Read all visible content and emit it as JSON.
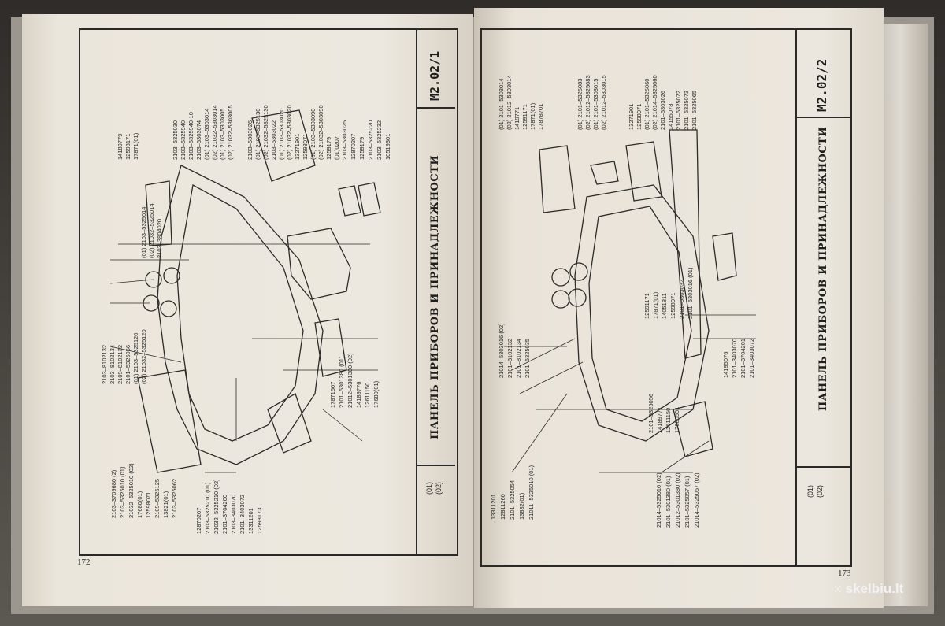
{
  "left_page": {
    "code": "M2.02/1",
    "title": "ПАНЕЛЬ ПРИБОРОВ И ПРИНАДЛЕЖНОСТИ",
    "page_number": "172",
    "legend": [
      "(01)",
      "(02)"
    ],
    "labels": [
      "14189779",
      "12598171",
      "17871(01)",
      "(01) 2103–5325014",
      "(02) 21032–5325014",
      "2103–3804020",
      "2103–8102132",
      "2103–8102134",
      "2109–8102132",
      "2101–5325056",
      "(01) 2103–5325120",
      "(02) 21032–5325120",
      "2103–3709680 (2)",
      "2103–5325010 (01)",
      "21032–5325010 (02)",
      "17680(01)",
      "12598071",
      "2109–5325125",
      "13821(01)",
      "2103–5325062",
      "2103–5325030",
      "2103–5325940",
      "2103–5325940-10",
      "2103–5303074",
      "(01) 2103–5303014",
      "(02) 21032–5303014",
      "(01) 2103–5303005",
      "(02) 21032–5303005",
      "2103–5303026",
      "(01) 2103–5325130",
      "(02) 21032–5325130",
      "2103–5303022",
      "(01) 2103–5303020",
      "(02) 21032–5303020",
      "13271901",
      "12598071",
      "(01) 2103–5303090",
      "(02) 21032–5303090",
      "1259179",
      "(01)0207",
      "2103–5303025",
      "12870207",
      "1259179",
      "2103–5325220",
      "2103–5325232",
      "10519301",
      "12870207",
      "2103–5325210 (01)",
      "21032–5325210 (02)",
      "2101–3704200",
      "2103–3403070",
      "2101–3403072",
      "13311201",
      "12598173",
      "17871607",
      "2101–5301380 (01)",
      "21012–5301380 (02)",
      "14189776",
      "12611150",
      "17680(01)"
    ]
  },
  "right_page": {
    "code": "M2.02/2",
    "title": "ПАНЕЛЬ ПРИБОРОВ И ПРИНАДЛЕЖНОСТИ",
    "page_number": "173",
    "legend": [
      "(01)",
      "(02)"
    ],
    "labels": [
      "(01) 2101–5303014",
      "(02) 21012–5303014",
      "1419771",
      "12591171",
      "17871(01)",
      "17878701",
      "(01) 2101–5325083",
      "(02) 21012–5325083",
      "(01) 2101–5303015",
      "(02) 21012–5303015",
      "13271901",
      "12598071",
      "(01) 2101–5325060",
      "(02) 21014–5325060",
      "2101–5303026",
      "14155078",
      "2101–5325072",
      "2101–5325073",
      "2101–5325065",
      "12591171",
      "17871(01)",
      "14051811",
      "12598071",
      "2101–5303032",
      "2101–5303016 (01)",
      "21014–5303016 (02)",
      "2101–8102132",
      "2101–8102134",
      "2101–5325035",
      "2101–5325056",
      "14189771",
      "12611150",
      "17680501",
      "14195076",
      "2101–3403070",
      "2101–3704201",
      "2101–3403072",
      "13311201",
      "12811260",
      "2101–5325054",
      "13832(01)",
      "21011–5325010 (01)",
      "21014–5325010 (02)",
      "2101–5301380 (01)",
      "21012–5301380 (02)",
      "2101–5325057 (01)",
      "21014–5325057 (02)"
    ]
  },
  "watermark": "skelbiu.lt",
  "colors": {
    "paper": "#ebe5da",
    "ink": "#2b2a28",
    "cover": "#8f8a82",
    "background": "#3a3733"
  }
}
